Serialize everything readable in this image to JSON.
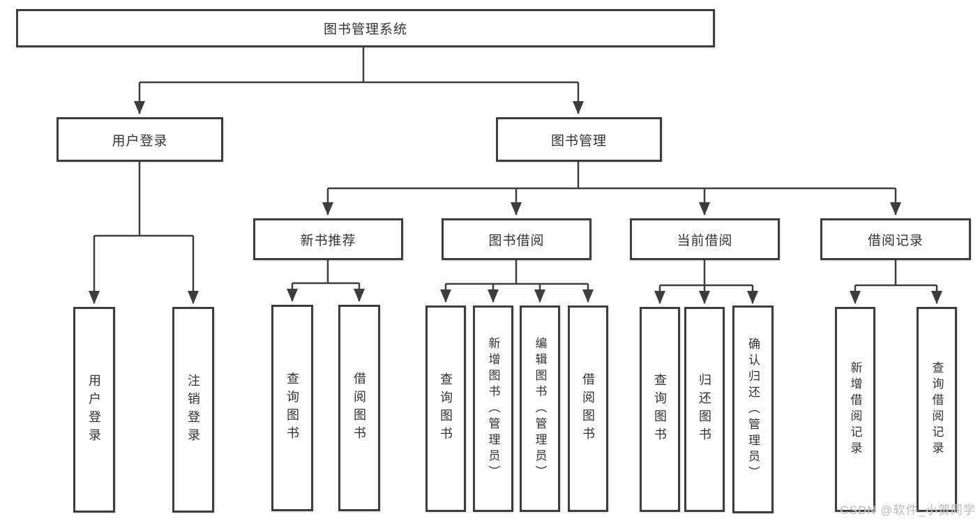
{
  "diagram": {
    "root": "图书管理系统",
    "branches": [
      {
        "label": "用户登录",
        "children": [
          "用户登录",
          "注销登录"
        ]
      },
      {
        "label": "图书管理"
      }
    ],
    "groups": [
      {
        "label": "新书推荐",
        "children": [
          "查询图书",
          "借阅图书"
        ]
      },
      {
        "label": "图书借阅",
        "children": [
          "查询图书",
          "新增图书（管理员）",
          "编辑图书（管理员）",
          "借阅图书"
        ]
      },
      {
        "label": "当前借阅",
        "children": [
          "查询图书",
          "归还图书",
          "确认归还（管理员）"
        ]
      },
      {
        "label": "借阅记录",
        "children": [
          "新增借阅记录",
          "查询借阅记录"
        ]
      }
    ],
    "watermark": "CSDN @软件_小贺同学",
    "colors": {
      "line": "#3d3d3d",
      "text": "#333333",
      "background": "#ffffff",
      "watermark": "#b9b9b9"
    }
  }
}
